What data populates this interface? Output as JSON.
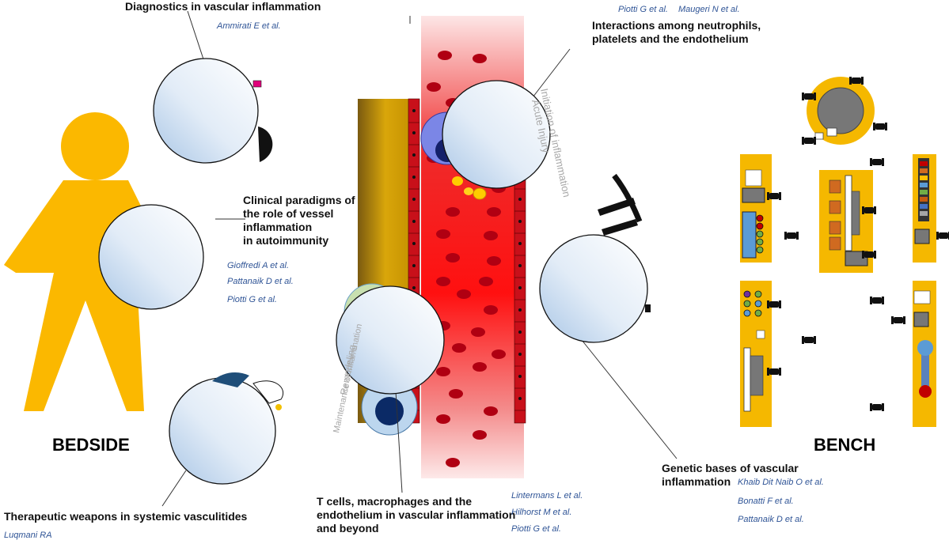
{
  "side_labels": {
    "bedside": "BEDSIDE",
    "bench": "BENCH"
  },
  "topics": {
    "diagnostics": {
      "title": "Diagnostics in vascular inflammation",
      "refs": [
        "Ammirati E et al."
      ]
    },
    "interactions": {
      "title": "Interactions among neutrophils,\nplatelets and the endothelium",
      "refs": [
        "Piotti G et al.",
        "Maugeri N et al."
      ]
    },
    "clinical": {
      "title": "Clinical paradigms of\nthe role of vessel\ninflammation\nin autoimmunity",
      "refs": [
        "Gioffredi A et al.",
        "Pattanaik D et al.",
        "Piotti G et al."
      ]
    },
    "therapeutic": {
      "title": "Therapeutic weapons in systemic vasculitides",
      "refs": [
        "Luqmani RA"
      ]
    },
    "tcells": {
      "title": "T cells, macrophages and the\nendothelium in vascular inflammation\nand beyond",
      "refs": [
        "Lintermans L et al.",
        "Hilhorst M et al.",
        "Piotti G et al."
      ]
    },
    "genetic": {
      "title": "Genetic bases of vascular\ninflammation",
      "refs": [
        "Khaib Dit Naib O et al.",
        "Bonatti F et al.",
        "Pattanaik D et al."
      ]
    }
  },
  "phases": {
    "initiation_1": "Initiation of inflammation",
    "initiation_2": "Acute Injury",
    "maintenance_1": "Maintenance of inflammation",
    "maintenance_2": "Remodeling"
  },
  "colors": {
    "human": "#fbb800",
    "vessel_red": "#e8151b",
    "bench": "#f5b800",
    "lens": "#e4eef8"
  }
}
